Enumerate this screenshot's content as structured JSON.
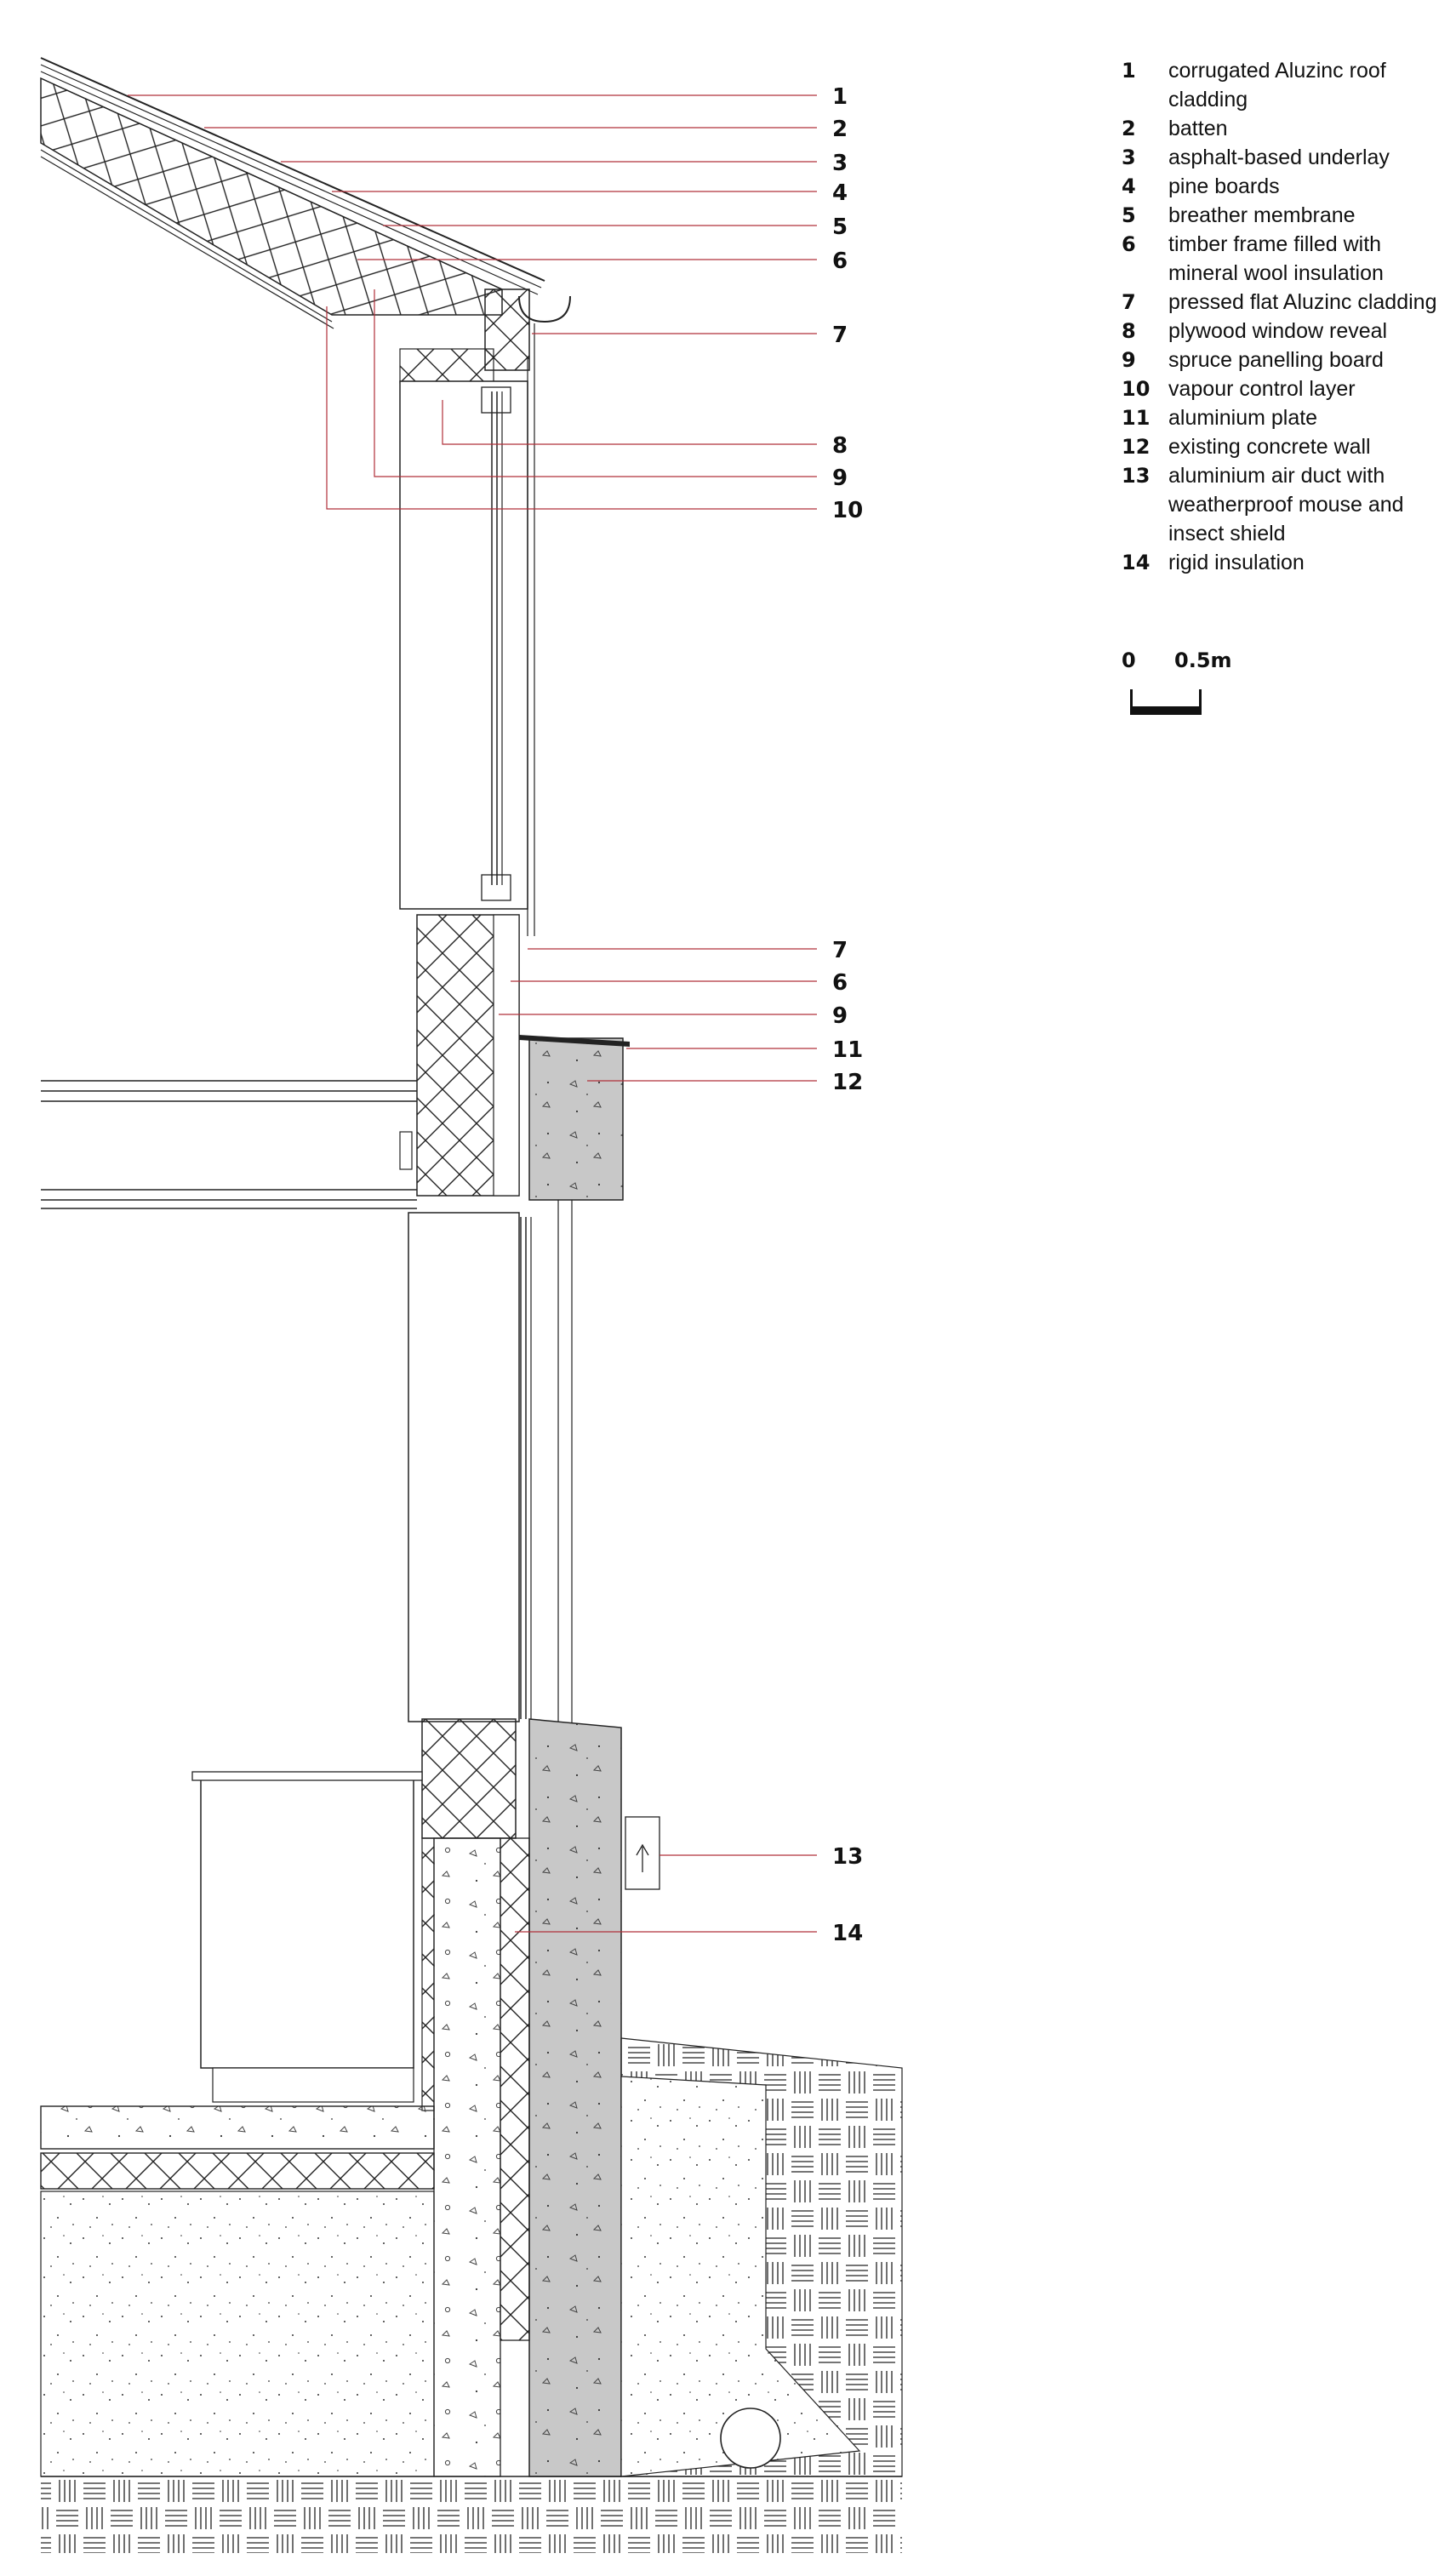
{
  "legend": [
    {
      "num": "1",
      "text": "corrugated Aluzinc roof cladding"
    },
    {
      "num": "2",
      "text": "batten"
    },
    {
      "num": "3",
      "text": "asphalt-based underlay"
    },
    {
      "num": "4",
      "text": "pine boards"
    },
    {
      "num": "5",
      "text": "breather membrane"
    },
    {
      "num": "6",
      "text": "timber frame filled with mineral wool insulation"
    },
    {
      "num": "7",
      "text": "pressed flat Aluzinc cladding"
    },
    {
      "num": "8",
      "text": "plywood window reveal"
    },
    {
      "num": "9",
      "text": "spruce panelling board"
    },
    {
      "num": "10",
      "text": "vapour control layer"
    },
    {
      "num": "11",
      "text": "aluminium plate"
    },
    {
      "num": "12",
      "text": "existing concrete wall"
    },
    {
      "num": "13",
      "text": "aluminium air duct with weatherproof mouse and insect shield"
    },
    {
      "num": "14",
      "text": "rigid insulation"
    }
  ],
  "callouts": [
    "1",
    "2",
    "3",
    "4",
    "5",
    "6",
    "7",
    "8",
    "9",
    "10",
    "7",
    "6",
    "9",
    "11",
    "12",
    "13",
    "14"
  ],
  "scale": {
    "start": "0",
    "end": "0.5m"
  },
  "colors": {
    "leader": "#b0303a",
    "ink": "#1a1a1a",
    "concrete": "#c8c8c8"
  }
}
